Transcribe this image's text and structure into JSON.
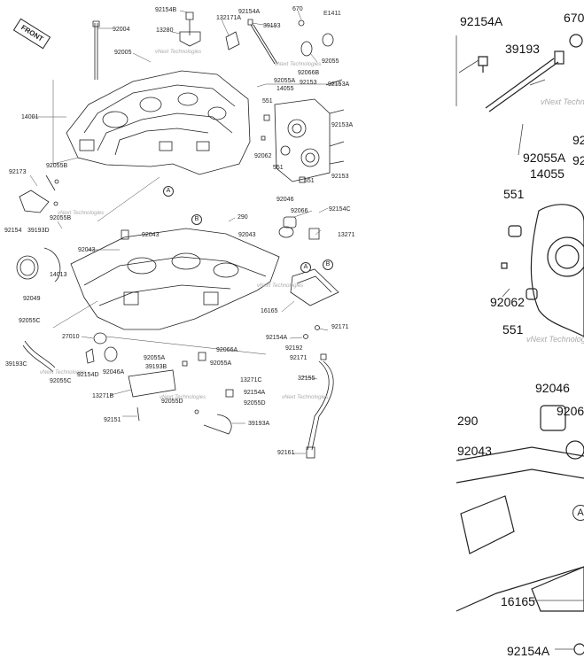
{
  "main": {
    "diagram_code": "E1411",
    "front_label": "FRONT",
    "watermark": "vNext Technologies",
    "callouts": {
      "c92154B": "92154B",
      "c132171A": "132171A",
      "c92154A_top": "92154A",
      "c670": "670",
      "c92004": "92004",
      "c13280": "13280",
      "c39193": "39193",
      "c92005": "92005",
      "c92055": "92055",
      "c92066B": "92066B",
      "c92055A": "92055A",
      "c14055": "14055",
      "c92153_a": "92153",
      "c92153A_a": "92153A",
      "c14001": "14001",
      "c551_a": "551",
      "c92153A_b": "92153A",
      "c92062": "92062",
      "c551_b": "551",
      "c551_c": "551",
      "c92153_b": "92153",
      "c92173": "92173",
      "c92055B_a": "92055B",
      "c92055B_b": "92055B",
      "c92154": "92154",
      "c39193D": "39193D",
      "c92046_top": "92046",
      "c290": "290",
      "c92066": "92066",
      "c92154C": "92154C",
      "c13271": "13271",
      "c92043_a": "92043",
      "c92043_b": "92043",
      "c92043_c": "92043",
      "c14013": "14013",
      "c92049": "92049",
      "c16165": "16165",
      "c92055C_a": "92055C",
      "c27010": "27010",
      "c92154A_mid": "92154A",
      "c92171_a": "92171",
      "c92192": "92192",
      "c92171_b": "92171",
      "c92066A": "92066A",
      "c92055A_b": "92055A",
      "c39193B": "39193B",
      "c39193C": "39193C",
      "c92154D": "92154D",
      "c92046A": "92046A",
      "c92055C_b": "92055C",
      "c13271C": "13271C",
      "c32155": "32155",
      "c92154A_low": "92154A",
      "c92055D_a": "92055D",
      "c92055D_b": "92055D",
      "c13271B": "13271B",
      "c92151": "92151",
      "c39193A": "39193A",
      "c92161": "92161",
      "refA_1": "A",
      "refA_2": "A",
      "refB_1": "B",
      "refB_2": "B"
    }
  },
  "zoom": {
    "callouts": {
      "z92154A": "92154A",
      "z670": "670",
      "z39193": "39193",
      "z92055A": "92055A",
      "z14055": "14055",
      "z551_a": "551",
      "z92062": "92062",
      "z551_b": "551",
      "z92046": "92046",
      "z290": "290",
      "z92043": "92043",
      "z16165": "16165",
      "z92154A_bottom": "92154A",
      "zA": "A",
      "z92_a": "92",
      "z92_b": "92",
      "z9206": "9206"
    }
  }
}
